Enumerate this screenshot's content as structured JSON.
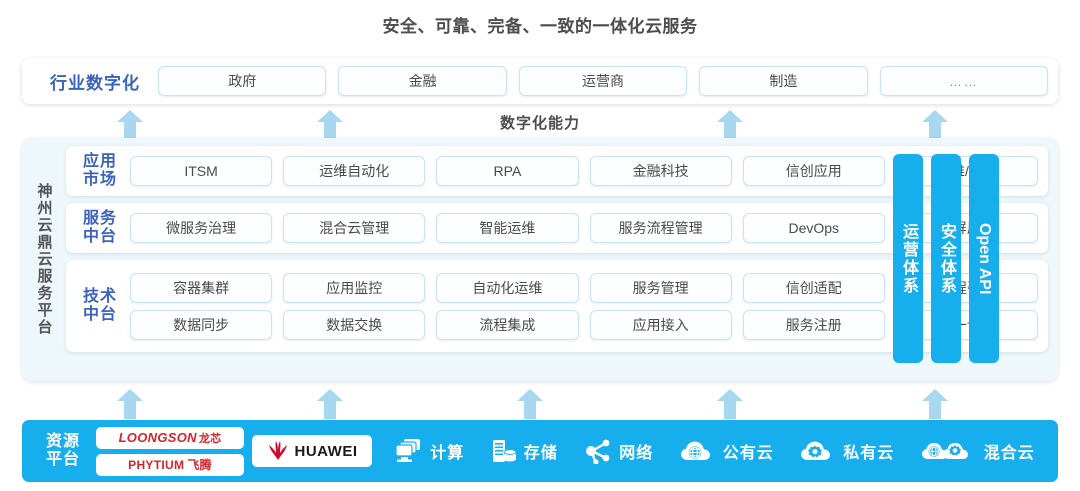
{
  "title": "安全、可靠、完备、一致的一体化云服务",
  "industry": {
    "label": "行业数字化",
    "items": [
      "政府",
      "金融",
      "运营商",
      "制造",
      "……"
    ]
  },
  "capability_label": "数字化能力",
  "platform": {
    "side_label": "神州云鼎云服务平台",
    "panels": [
      {
        "label_line1": "应用",
        "label_line2": "市场",
        "rows": [
          [
            "ITSM",
            "运维自动化",
            "RPA",
            "金融科技",
            "信创应用",
            "运维/运营"
          ]
        ]
      },
      {
        "label_line1": "服务",
        "label_line2": "中台",
        "rows": [
          [
            "微服务治理",
            "混合云管理",
            "智能运维",
            "服务流程管理",
            "DevOps",
            "大屏展示"
          ]
        ]
      },
      {
        "label_line1": "技术",
        "label_line2": "中台",
        "rows": [
          [
            "容器集群",
            "应用监控",
            "自动化运维",
            "服务管理",
            "信创适配",
            "流程引擎"
          ],
          [
            "数据同步",
            "数据交换",
            "流程集成",
            "应用接入",
            "服务注册",
            "统一认证"
          ]
        ]
      }
    ],
    "vertical_columns": [
      "运营体系",
      "安全体系",
      "Open API"
    ]
  },
  "resource": {
    "label_line1": "资源",
    "label_line2": "平台",
    "logos": [
      {
        "name": "loongson",
        "main": "LOONGSON",
        "sub": "龙芯"
      },
      {
        "name": "phytium",
        "main": "PHYTIUM",
        "sub": "飞腾"
      },
      {
        "name": "huawei",
        "main": "HUAWEI",
        "sub": ""
      }
    ],
    "items": [
      {
        "icon": "compute-icon",
        "label": "计算"
      },
      {
        "icon": "storage-icon",
        "label": "存储"
      },
      {
        "icon": "network-icon",
        "label": "网络"
      },
      {
        "icon": "public-cloud-icon",
        "label": "公有云"
      },
      {
        "icon": "private-cloud-icon",
        "label": "私有云"
      },
      {
        "icon": "hybrid-cloud-icon",
        "label": "混合云"
      }
    ]
  },
  "arrows": {
    "upper": [
      130,
      330,
      730,
      935
    ],
    "lower": [
      130,
      330,
      530,
      730,
      935
    ]
  },
  "colors": {
    "accent_blue": "#16aeec",
    "arrow_blue": "#a8d8f0",
    "label_blue": "#3b63bd",
    "panel_bg": "#eef7fb",
    "border_blue": "#c9e2f5",
    "logo_red": "#d8232a",
    "text_dark": "#4d4d4d"
  }
}
